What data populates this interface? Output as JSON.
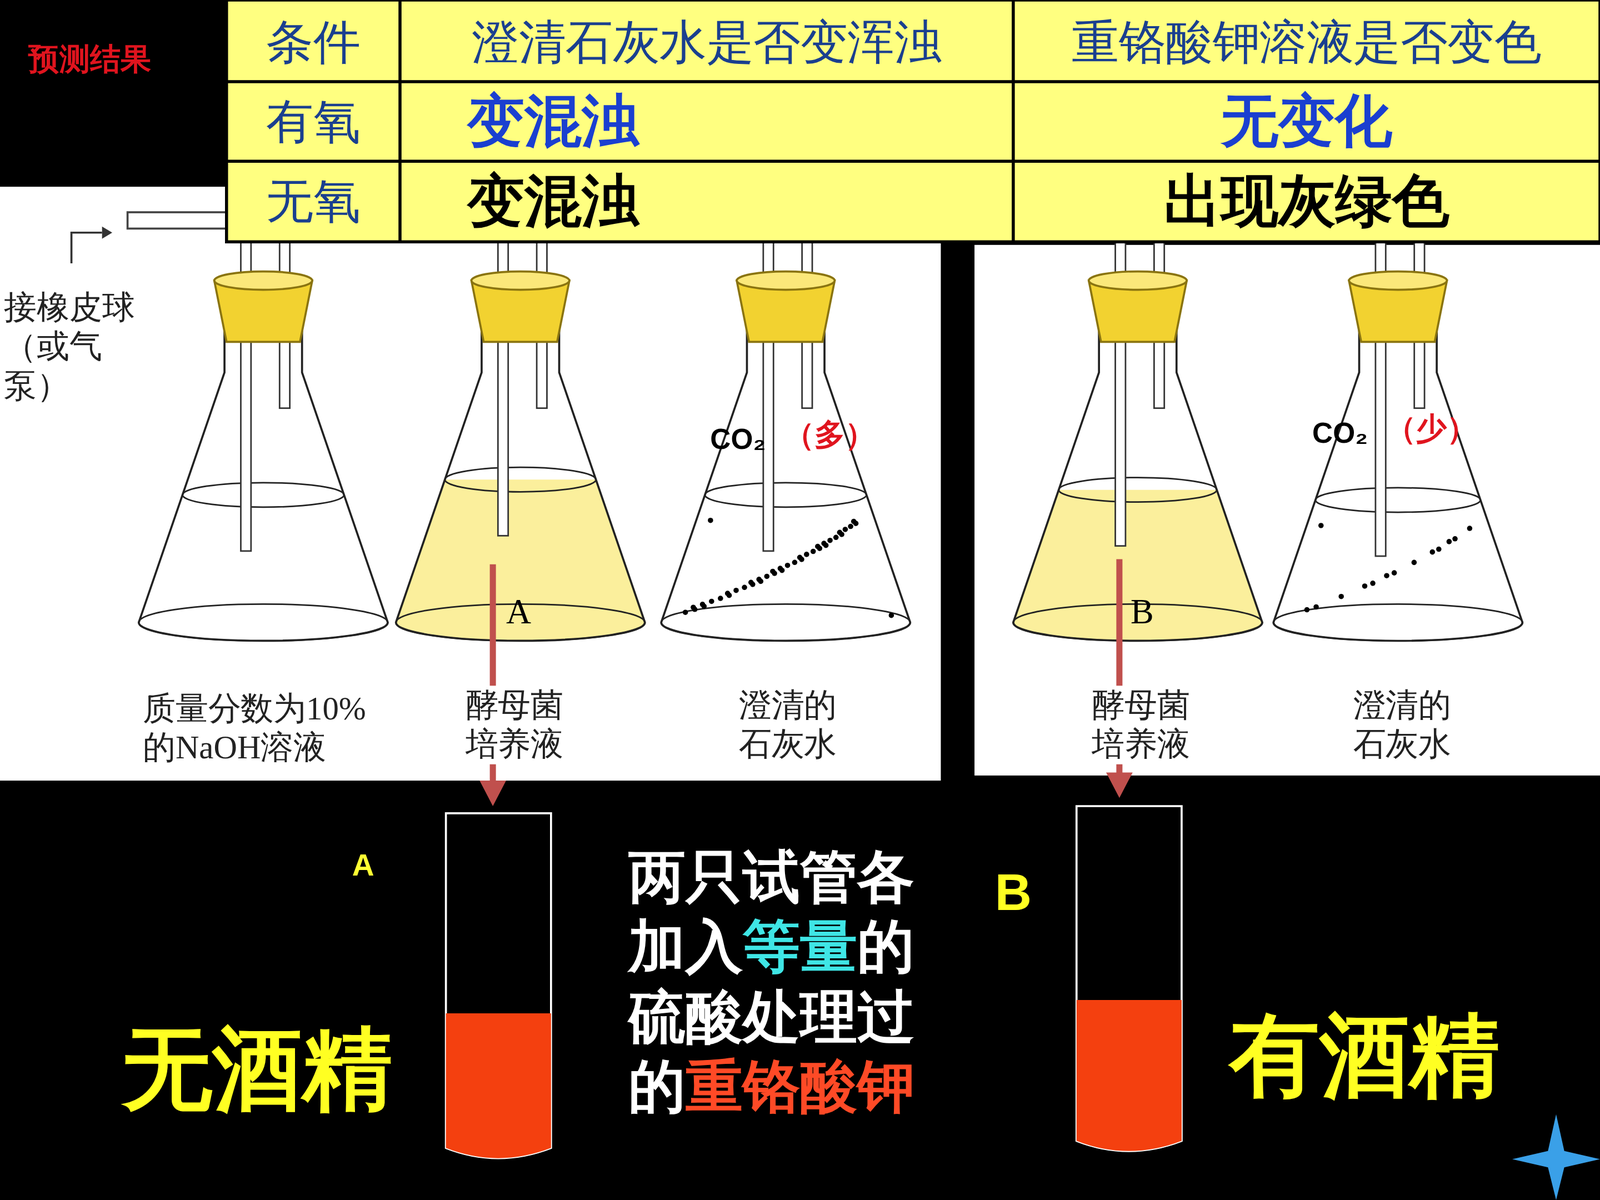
{
  "diagram": {
    "labels": [
      "预测结果",
      "条件",
      "澄清石灰水是否变浑浊",
      "重铬酸钾溶液是否变色",
      "有氧",
      "变混浊",
      "无变化",
      "无氧",
      "变混浊",
      "出现灰绿色",
      "接橡皮球（或气泵）",
      "CO₂",
      "（多）",
      "A",
      "质量分数为10%的NaOH溶液",
      "酵母菌培养液",
      "澄清的石灰水",
      "CO₂",
      "（少）",
      "B",
      "酵母菌培养液",
      "澄清的石灰水",
      "A",
      "两只试管各加入",
      "等量",
      "的硫酸处理过的",
      "重铬酸钾",
      "无酒精",
      "B",
      "有酒精"
    ]
  }
}
